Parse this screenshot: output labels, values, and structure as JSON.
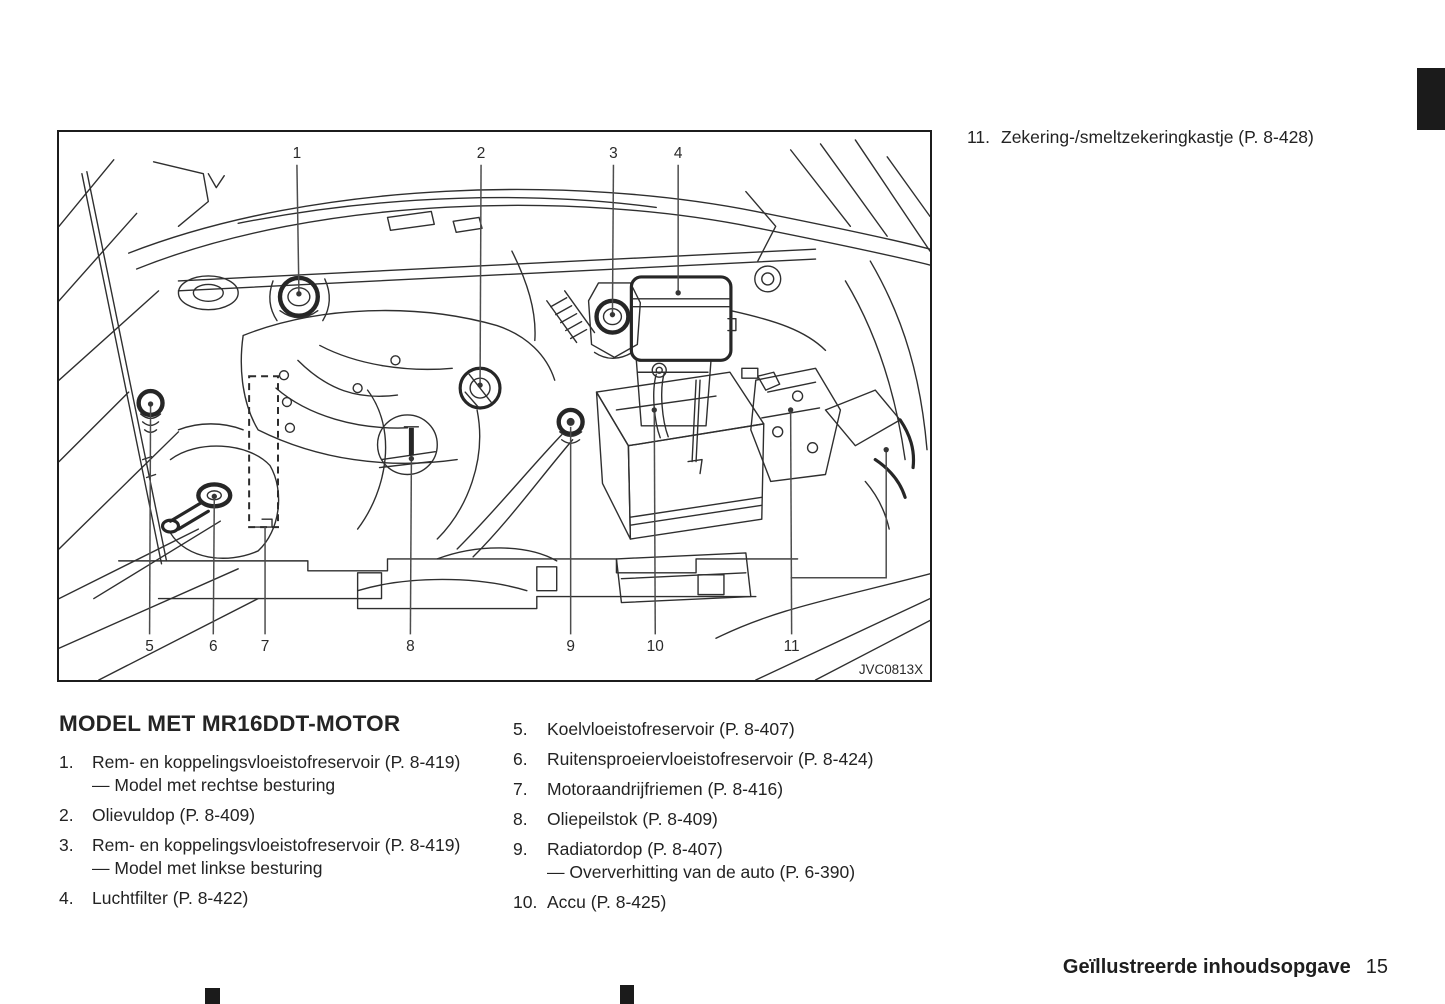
{
  "header_item": {
    "number": "11.",
    "label": "Zekering-/smeltzekeringkastje (P. 8-428)"
  },
  "diagram": {
    "figure_code": "JVC0813X",
    "callouts": {
      "c1": "1",
      "c2": "2",
      "c3": "3",
      "c4": "4",
      "c5": "5",
      "c6": "6",
      "c7": "7",
      "c8": "8",
      "c9": "9",
      "c10": "10",
      "c11": "11"
    }
  },
  "section": {
    "title": "MODEL MET MR16DDT-MOTOR",
    "items_left": [
      {
        "num": "1.",
        "line1": "Rem- en koppelingsvloeistofreservoir (P. 8-419)",
        "line2": "— Model met rechtse besturing"
      },
      {
        "num": "2.",
        "line1": "Olievuldop (P. 8-409)"
      },
      {
        "num": "3.",
        "line1": "Rem- en koppelingsvloeistofreservoir (P. 8-419)",
        "line2": "— Model met linkse besturing"
      },
      {
        "num": "4.",
        "line1": "Luchtfilter (P. 8-422)"
      }
    ],
    "items_right": [
      {
        "num": "5.",
        "line1": "Koelvloeistofreservoir (P. 8-407)"
      },
      {
        "num": "6.",
        "line1": "Ruitensproeiervloeistofreservoir (P. 8-424)"
      },
      {
        "num": "7.",
        "line1": "Motoraandrijfriemen (P. 8-416)"
      },
      {
        "num": "8.",
        "line1": "Oliepeilstok (P. 8-409)"
      },
      {
        "num": "9.",
        "line1": "Radiatordop (P. 8-407)",
        "line2": "— Oververhitting van de auto (P. 6-390)"
      },
      {
        "num": "10.",
        "line1": "Accu (P. 8-425)"
      }
    ]
  },
  "footer": {
    "title": "Geïllustreerde inhoudsopgave",
    "page_number": "15"
  }
}
